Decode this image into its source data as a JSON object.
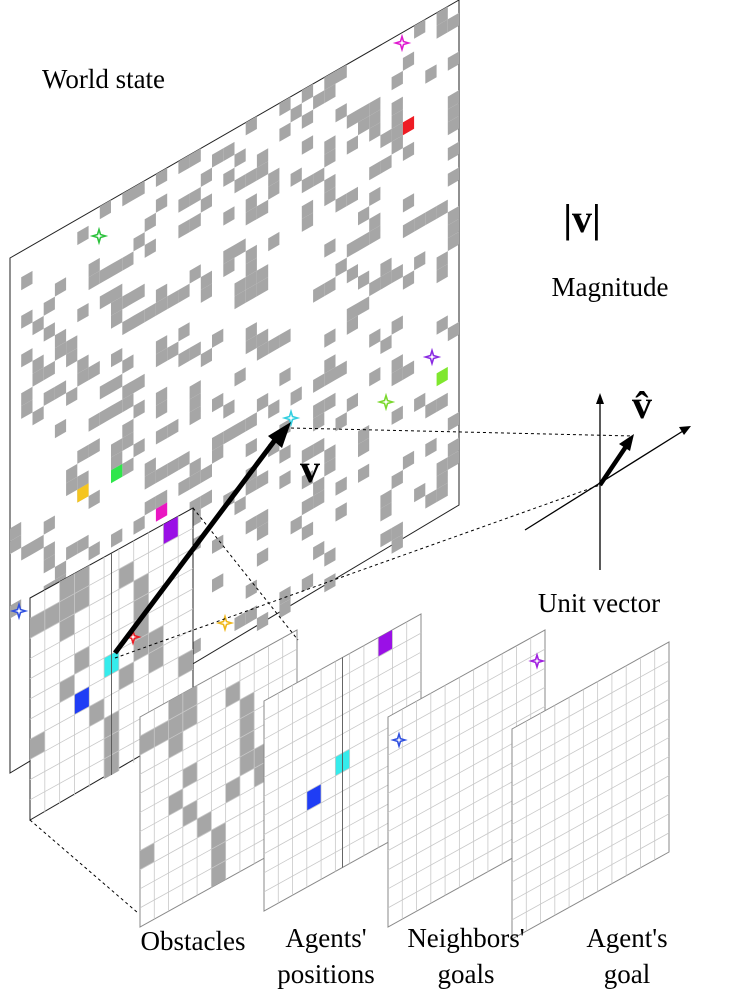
{
  "title": "World state",
  "magnitude": {
    "symbol": "|v|",
    "label": "Magnitude"
  },
  "unit_vector": {
    "symbol": "v̂",
    "label": "Unit vector"
  },
  "vector_label": "v",
  "channels": [
    {
      "line1": "Obstacles",
      "line2": ""
    },
    {
      "line1": "Agents'",
      "line2": "positions"
    },
    {
      "line1": "Neighbors'",
      "line2": "goals"
    },
    {
      "line1": "Agent's",
      "line2": "goal"
    }
  ],
  "colors": {
    "obstacle": "#a6a6a6",
    "agent_cyan": "#35ecec",
    "agent_blue": "#1f3df5",
    "agent_purple": "#9a10e6",
    "agent_red": "#ee1c24",
    "agent_yellow": "#f5c51f",
    "agent_green": "#2fe64b",
    "agent_magenta": "#ea16c2",
    "agent_lime": "#7fe72e"
  },
  "icons": {
    "goal": "four-point-star-icon",
    "agent": "square-cell"
  }
}
